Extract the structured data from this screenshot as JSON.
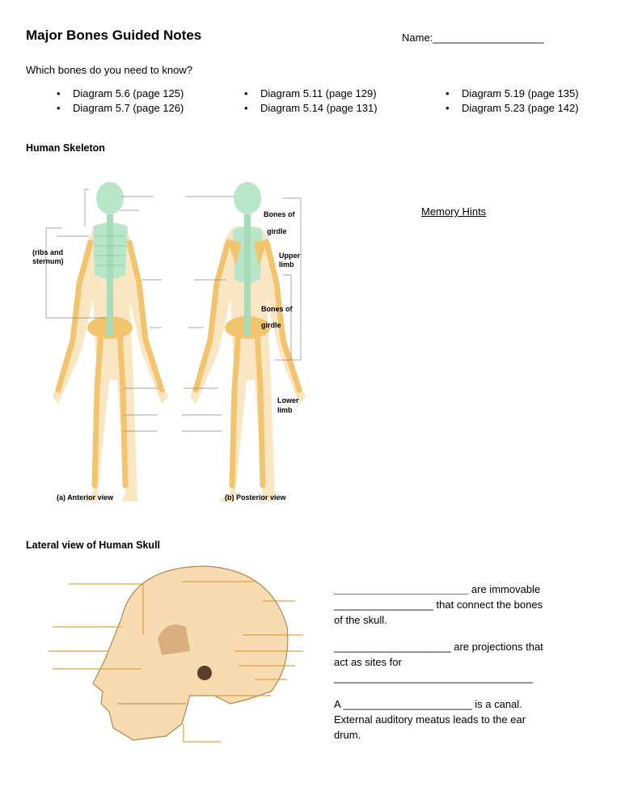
{
  "header": {
    "title": "Major Bones Guided Notes",
    "name_label": "Name:___________________"
  },
  "question": "Which bones do you need to know?",
  "diagrams": [
    [
      "Diagram 5.6 (page 125)",
      "Diagram 5.7 (page 126)"
    ],
    [
      "Diagram 5.11 (page 129)",
      "Diagram 5.14 (page 131)"
    ],
    [
      "Diagram 5.19 (page 135)",
      "Diagram 5.23 (page 142)"
    ]
  ],
  "skeleton": {
    "heading": "Human Skeleton",
    "labels": {
      "ribs": "(ribs and",
      "sternum": "sternum)",
      "bones_of_1": "Bones of",
      "girdle_1": "girdle",
      "upper": "Upper",
      "limb_u": "limb",
      "bones_of_2": "Bones of",
      "girdle_2": "girdle",
      "lower": "Lower",
      "limb_l": "limb",
      "anterior": "(a) Anterior view",
      "posterior": "(b) Posterior view"
    },
    "colors": {
      "axial": "#b8e6c8",
      "appendicular": "#f2c46e",
      "skin": "#fbe6c4"
    }
  },
  "memory_hints": "Memory Hints",
  "skull": {
    "heading": "Lateral view of Human Skull",
    "colors": {
      "bone": "#f6dcb0",
      "label_line": "#e0a040"
    },
    "notes": [
      {
        "blank1": "_______________________",
        "text1": " are immovable ",
        "blank2": "_________________",
        "text2": " that connect the bones of the skull."
      },
      {
        "blank1": "____________________",
        "text1": " are projections that act as sites for ",
        "blank2": "__________________________________"
      },
      {
        "pre": "A ",
        "blank1": "______________________",
        "text1": " is a canal. External auditory meatus leads to the ear drum."
      }
    ]
  }
}
